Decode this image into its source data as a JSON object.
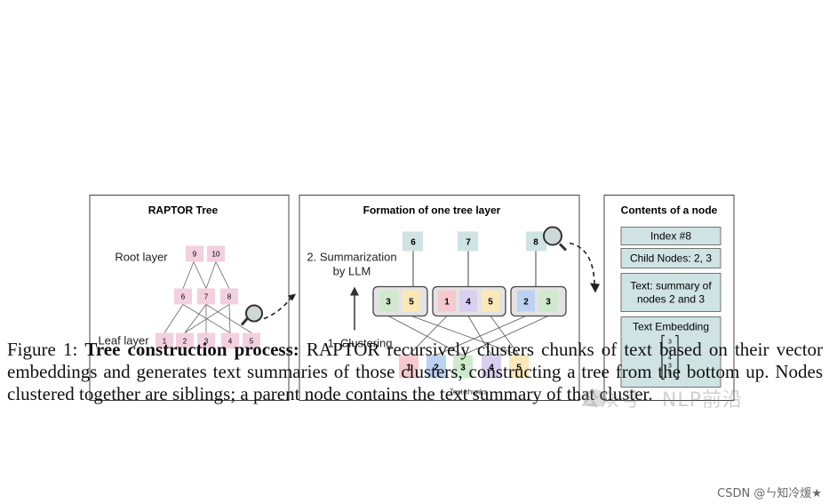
{
  "panels": {
    "tree": {
      "title": "RAPTOR Tree",
      "root_label": "Root layer",
      "leaf_label": "Leaf layer",
      "root_nodes": [
        "9",
        "10"
      ],
      "mid_nodes": [
        "6",
        "7",
        "8"
      ],
      "leaf_nodes": [
        "1",
        "2",
        "3",
        "4",
        "5"
      ]
    },
    "formation": {
      "title": "Formation of one tree layer",
      "summ_line1": "2. Summarization",
      "summ_line2": "by LLM",
      "clustering": "1. Clustering",
      "chunks_label": "Text chunks",
      "parents": [
        "6",
        "7",
        "8"
      ],
      "clusters": [
        [
          "3",
          "5"
        ],
        [
          "1",
          "4",
          "5"
        ],
        [
          "2",
          "3"
        ]
      ],
      "chunks": [
        "1",
        "2",
        "3",
        "4",
        "5"
      ]
    },
    "contents": {
      "title": "Contents of a node",
      "index": "Index #8",
      "children": "Child Nodes: 2, 3",
      "text_line1": "Text:  summary of",
      "text_line2": "nodes 2 and 3",
      "embedding_title": "Text Embedding",
      "vector": [
        "3",
        "3",
        "4",
        "3",
        "5"
      ]
    }
  },
  "colors": {
    "pink": "#f2d0dd",
    "teal": "#cfe3e3",
    "box_bg": "#e3e3e3",
    "c1": "#f6c9cf",
    "c2": "#bcd2f2",
    "c3": "#cfe9cc",
    "c4": "#d9cff0",
    "c5": "#fbe8b9"
  },
  "caption": {
    "label": "Figure 1:",
    "bold": "Tree construction process:",
    "text": "RAPTOR recursively clusters chunks of text based on their vector embeddings and generates text summaries of those clusters, constructing a tree from the bottom up. Nodes clustered together are siblings; a parent node contains the text summary of that cluster."
  },
  "watermark": "公众号 · NLP前沿",
  "credit": "CSDN @ㄣ知冷煖★"
}
